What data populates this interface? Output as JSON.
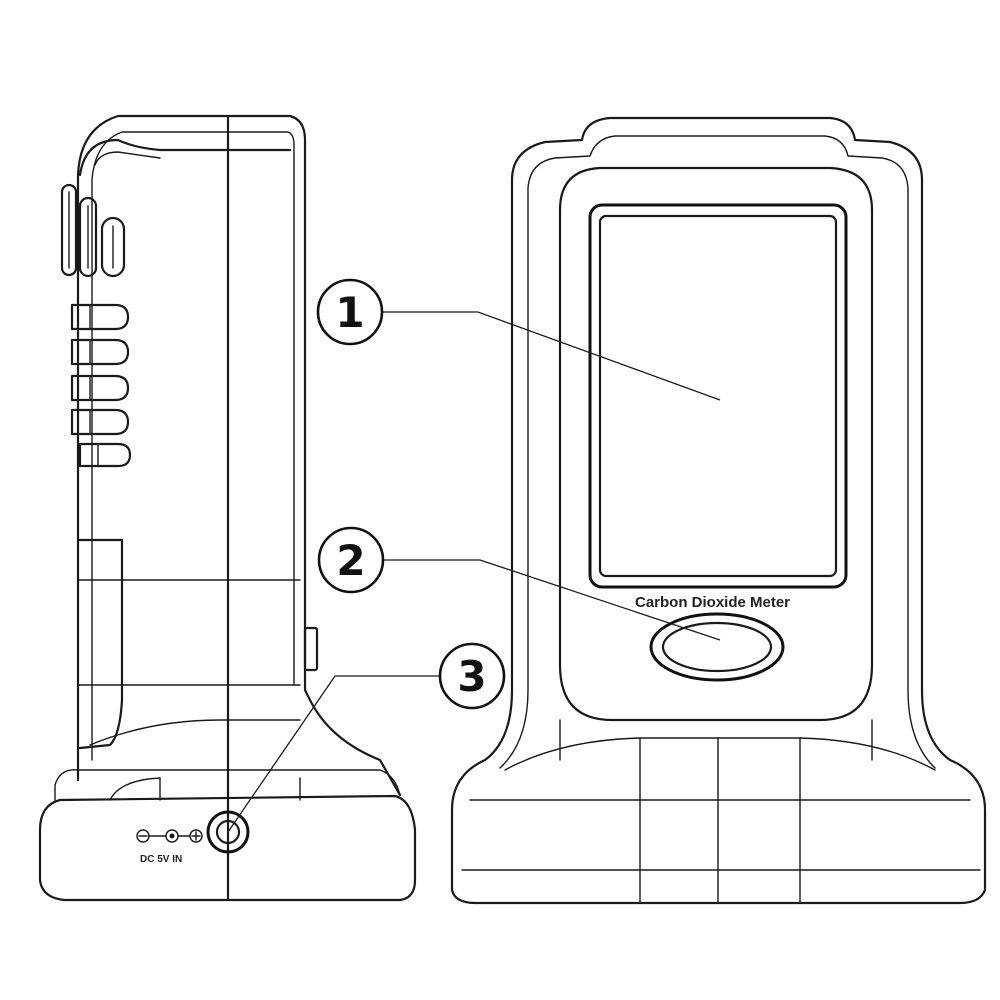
{
  "product_label": "Carbon Dioxide Meter",
  "power_label": "DC 5V IN",
  "polarity_minus": "−",
  "polarity_plus": "+",
  "callouts": [
    {
      "number": "1",
      "target": "display-screen"
    },
    {
      "number": "2",
      "target": "front-button"
    },
    {
      "number": "3",
      "target": "dc-power-jack"
    }
  ],
  "colors": {
    "line": "#1a1a1a",
    "front-panel-fill": "#d4d4d4",
    "screen-fill": "#ffffff",
    "background": "#ffffff"
  }
}
